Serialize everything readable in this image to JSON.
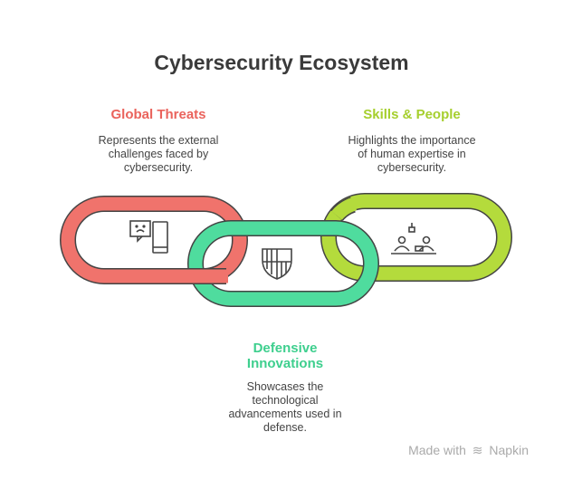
{
  "title": "Cybersecurity Ecosystem",
  "items": [
    {
      "heading": "Global Threats",
      "desc": [
        "Represents the external",
        "challenges faced by",
        "cybersecurity."
      ],
      "color": "#ea635c",
      "icon": "sad-chat-tablet-icon"
    },
    {
      "heading": "Defensive",
      "heading2": "Innovations",
      "desc": [
        "Showcases the",
        "technological",
        "advancements used in",
        "defense."
      ],
      "color": "#3ecf8e",
      "icon": "shield-icon"
    },
    {
      "heading": "Skills & People",
      "desc": [
        "Highlights the importance",
        "of human expertise in",
        "cybersecurity."
      ],
      "color": "#a6cf2e",
      "icon": "people-desk-icon"
    }
  ],
  "footer": {
    "made_with": "Made with",
    "brand": "Napkin"
  }
}
